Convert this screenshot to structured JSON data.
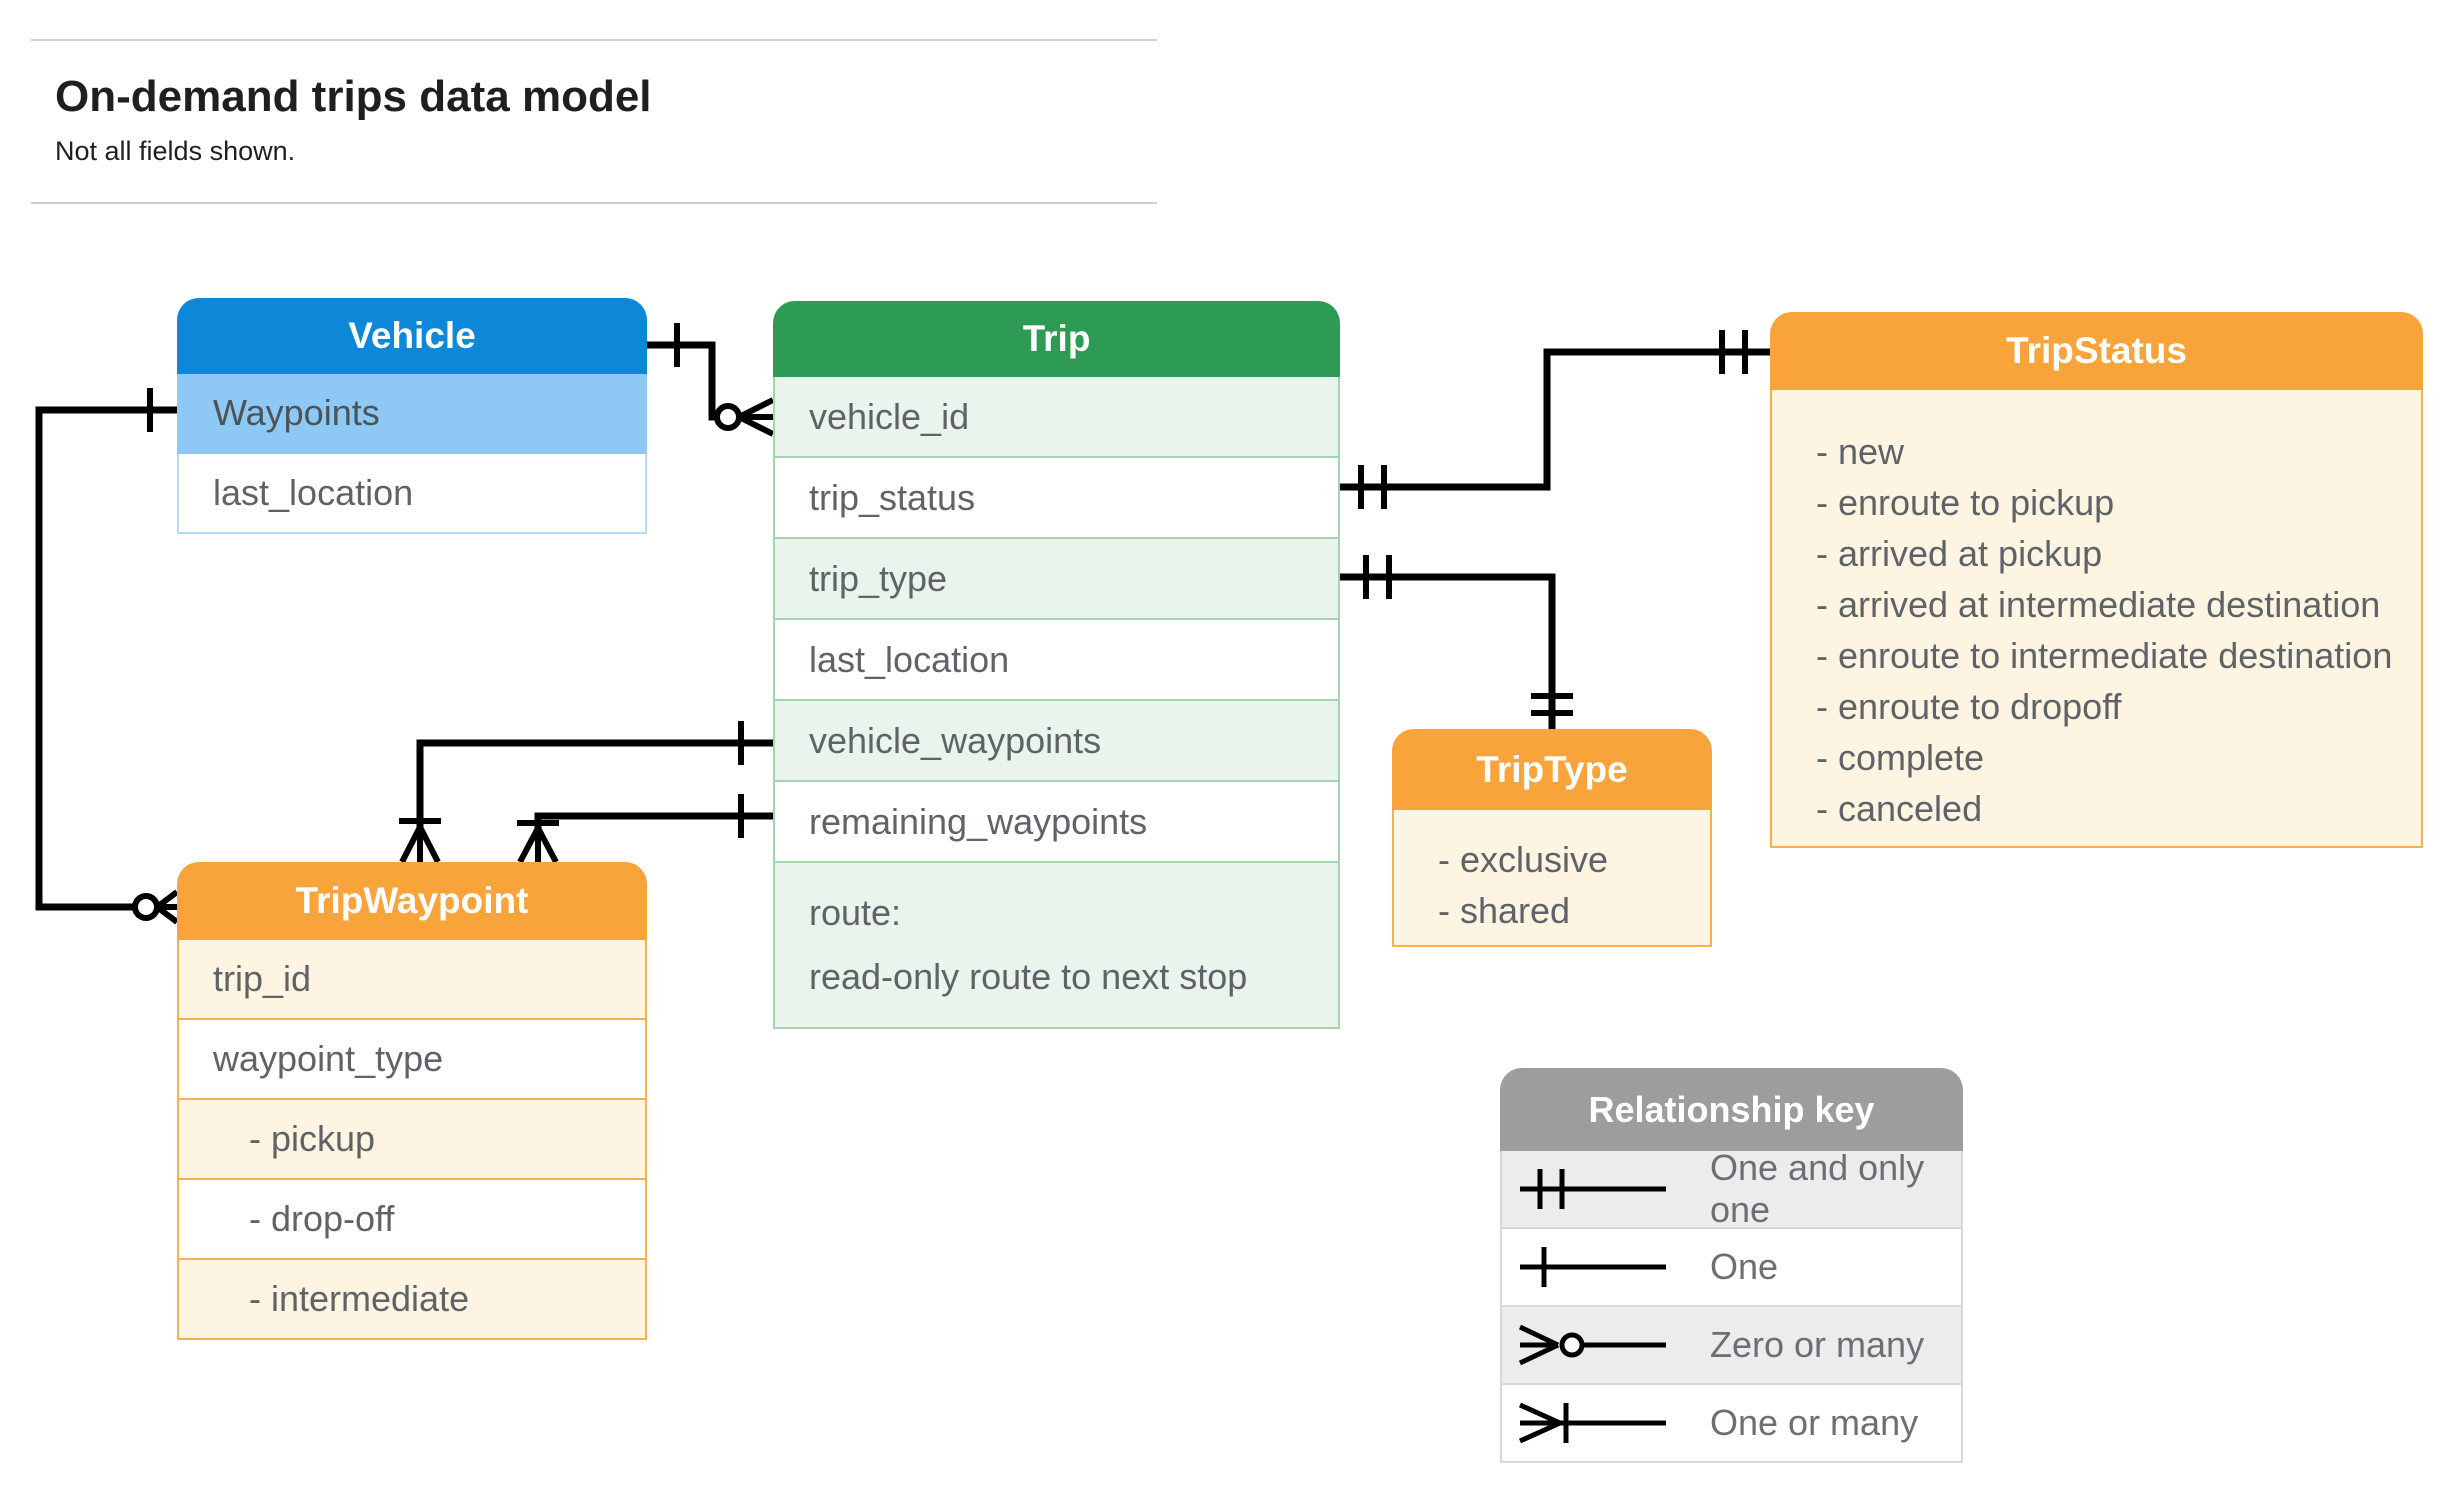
{
  "page": {
    "title": "On-demand trips data model",
    "subtitle": "Not all fields shown."
  },
  "entities": {
    "vehicle": {
      "title": "Vehicle",
      "rows": [
        {
          "label": "Waypoints"
        },
        {
          "label": "last_location"
        }
      ]
    },
    "trip": {
      "title": "Trip",
      "rows": [
        {
          "label": "vehicle_id"
        },
        {
          "label": "trip_status"
        },
        {
          "label": "trip_type"
        },
        {
          "label": "last_location"
        },
        {
          "label": "vehicle_waypoints"
        },
        {
          "label": "remaining_waypoints"
        },
        {
          "label": "route:",
          "sublabel": "read-only route to next stop"
        }
      ]
    },
    "trip_status": {
      "title": "TripStatus",
      "items": [
        "- new",
        "- enroute to pickup",
        "- arrived at pickup",
        "- arrived at intermediate destination",
        "- enroute to intermediate destination",
        "- enroute to dropoff",
        "- complete",
        "- canceled"
      ]
    },
    "trip_type": {
      "title": "TripType",
      "items": [
        "- exclusive",
        "- shared"
      ]
    },
    "trip_waypoint": {
      "title": "TripWaypoint",
      "rows": [
        {
          "label": "trip_id"
        },
        {
          "label": "waypoint_type"
        },
        {
          "label": "- pickup"
        },
        {
          "label": "- drop-off"
        },
        {
          "label": "- intermediate"
        }
      ]
    }
  },
  "legend": {
    "title": "Relationship key",
    "rows": [
      {
        "icon": "one-and-only-one",
        "label": "One and only one"
      },
      {
        "icon": "one",
        "label": "One"
      },
      {
        "icon": "zero-or-many",
        "label": "Zero or many"
      },
      {
        "icon": "one-or-many",
        "label": "One or many"
      }
    ]
  },
  "colors": {
    "vehicle_header": "#0d87d8",
    "vehicle_highlight_row": "#8dc9f4",
    "trip_header": "#2e9b55",
    "trip_alt_row": "#e9f4ec",
    "orange_header": "#f9a43b",
    "orange_body": "#fdf4e2",
    "legend_header": "#9d9d9d",
    "legend_alt_row": "#ececec",
    "connector": "#000000",
    "cell_text": "#5f6368"
  }
}
